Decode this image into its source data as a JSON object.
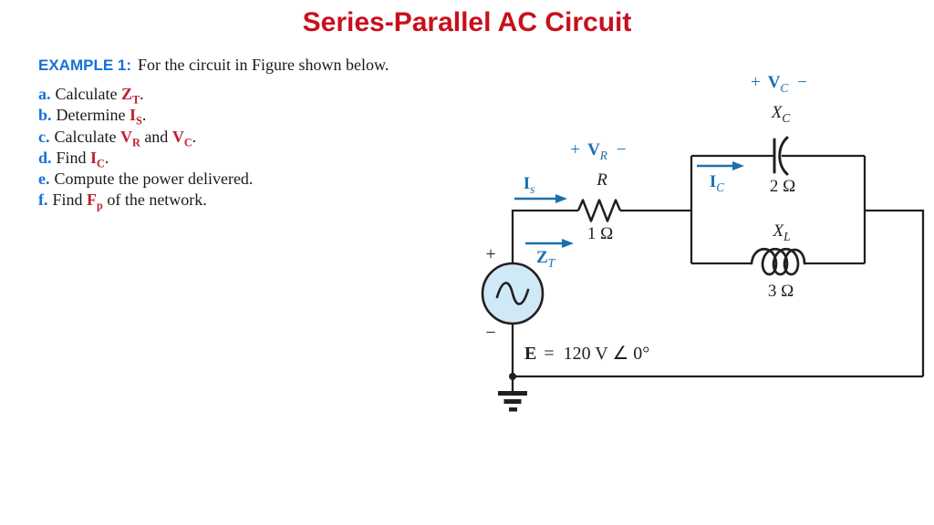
{
  "title": "Series-Parallel AC Circuit",
  "example": {
    "label": "EXAMPLE 1:",
    "text": "For the circuit in Figure shown below."
  },
  "tasks": [
    {
      "letter": "a.",
      "pre": "Calculate ",
      "var1": "Z",
      "sub1": "T",
      "post": "."
    },
    {
      "letter": "b.",
      "pre": "Determine ",
      "var1": "I",
      "sub1": "S",
      "post": "."
    },
    {
      "letter": "c.",
      "pre": "Calculate ",
      "var1": "V",
      "sub1": "R",
      "mid": " and ",
      "var2": "V",
      "sub2": "C",
      "post": "."
    },
    {
      "letter": "d.",
      "pre": "Find ",
      "var1": "I",
      "sub1": "C",
      "post": "."
    },
    {
      "letter": "e.",
      "pre": "Compute the power delivered."
    },
    {
      "letter": "f.",
      "pre": "Find ",
      "var1": "F",
      "sub1": "p",
      "post": " of the network."
    }
  ],
  "circuit": {
    "is": {
      "sym": "I",
      "sub": "s"
    },
    "zt": {
      "sym": "Z",
      "sub": "T"
    },
    "vr": {
      "plus": "+",
      "sym": "V",
      "sub": "R",
      "minus": "−"
    },
    "r": {
      "sym": "R",
      "value": "1 Ω"
    },
    "ic": {
      "sym": "I",
      "sub": "C"
    },
    "vc": {
      "plus": "+",
      "sym": "V",
      "sub": "C",
      "minus": "−"
    },
    "xc": {
      "sym": "X",
      "sub": "C",
      "value": "2 Ω"
    },
    "xl": {
      "sym": "X",
      "sub": "L",
      "value": "3 Ω"
    },
    "source": {
      "plus": "+",
      "minus": "−"
    },
    "emf": {
      "sym": "E",
      "rest": "=  120 V ∠ 0°"
    }
  },
  "colors": {
    "title_red": "#c8101c",
    "variable_red": "#bf1e2e",
    "heading_blue": "#1570d8",
    "circuit_blue": "#1b6fad",
    "wire_black": "#231f20",
    "source_fill": "#cfe9f7"
  }
}
